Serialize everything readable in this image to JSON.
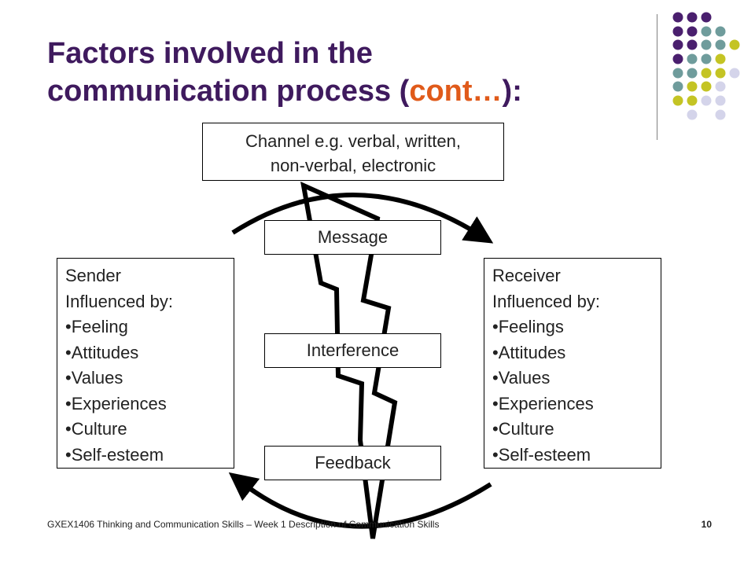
{
  "title": {
    "line1": "Factors involved in the",
    "line2_prefix": "communication process (",
    "line2_accent": "cont…",
    "line2_suffix": "):"
  },
  "colors": {
    "title": "#3f1a5e",
    "accent": "#e05a1a",
    "dot_purple": "#4a1f6e",
    "dot_teal": "#6f9c9c",
    "dot_olive": "#c4c424",
    "dot_lavender": "#d4d4ea"
  },
  "diagram": {
    "channel": {
      "line1": "Channel e.g. verbal, written,",
      "line2": "non-verbal, electronic"
    },
    "message": "Message",
    "interference": "Interference",
    "feedback": "Feedback",
    "sender": {
      "heading": "Sender",
      "subheading": "Influenced by:",
      "items": [
        "Feeling",
        "Attitudes",
        "Values",
        "Experiences",
        "Culture",
        "Self-esteem"
      ]
    },
    "receiver": {
      "heading": "Receiver",
      "subheading": "Influenced by:",
      "items": [
        "Feelings",
        "Attitudes",
        "Values",
        "Experiences",
        "Culture",
        "Self-esteem"
      ]
    }
  },
  "footer": {
    "text": "GXEX1406 Thinking and Communication Skills – Week 1 Description of Communication Skills",
    "page": "10"
  }
}
